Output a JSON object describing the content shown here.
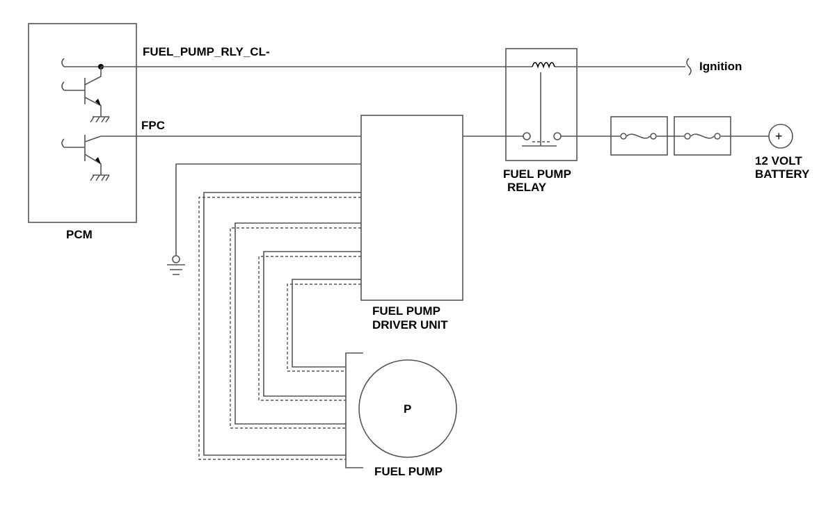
{
  "labels": {
    "pcm": "PCM",
    "relay_signal": "FUEL_PUMP_RLY_CL-",
    "fpc": "FPC",
    "ignition": "Ignition",
    "relay_line1": "FUEL PUMP",
    "relay_line2": "RELAY",
    "battery_line1": "12 VOLT",
    "battery_line2": "BATTERY",
    "driver_line1": "FUEL PUMP",
    "driver_line2": "DRIVER UNIT",
    "pump_symbol": "P",
    "fuel_pump": "FUEL PUMP",
    "battery_plus": "+"
  }
}
